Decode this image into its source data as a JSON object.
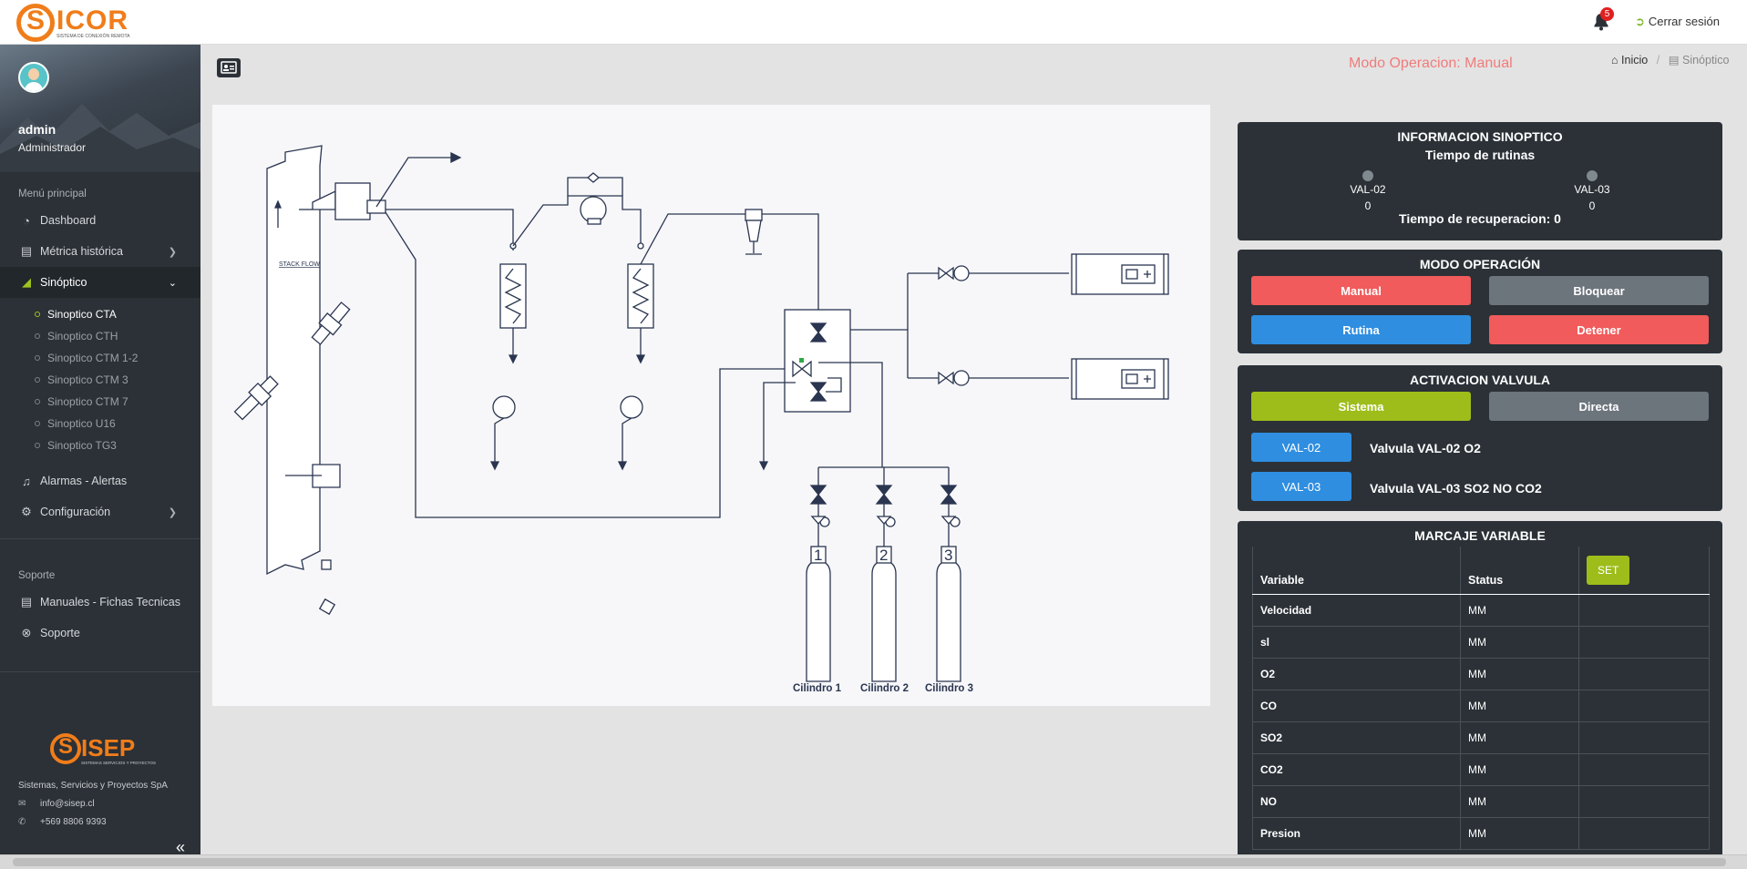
{
  "header": {
    "logo_text": "ICOR",
    "logo_sub": "SISTEMA DE CONEXIÓN REMOTA",
    "notifications_count": "5",
    "logout_label": "Cerrar sesión"
  },
  "sidebar": {
    "user_name": "admin",
    "user_role": "Administrador",
    "main_heading": "Menú principal",
    "items": [
      {
        "label": "Dashboard",
        "icon": "dashboard-icon"
      },
      {
        "label": "Métrica histórica",
        "icon": "bar-chart-icon"
      },
      {
        "label": "Sinóptico",
        "icon": "area-chart-icon"
      }
    ],
    "sub_items": [
      "Sinoptico CTA",
      "Sinoptico CTH",
      "Sinoptico CTM 1-2",
      "Sinoptico CTM 3",
      "Sinoptico CTM 7",
      "Sinoptico U16",
      "Sinoptico TG3"
    ],
    "items2": [
      {
        "label": "Alarmas - Alertas",
        "icon": "bell-icon"
      },
      {
        "label": "Configuración",
        "icon": "gears-icon"
      }
    ],
    "support_heading": "Soporte",
    "support_items": [
      {
        "label": "Manuales - Fichas Tecnicas",
        "icon": "book-icon"
      },
      {
        "label": "Soporte",
        "icon": "lifebuoy-icon"
      }
    ],
    "footer": {
      "logo_text": "ISEP",
      "logo_sub": "SISTEMAS SERVICIOS Y PROYECTOS",
      "company": "Sistemas, Servicios y Proyectos SpA",
      "email": "info@sisep.cl",
      "phone": "+569 8806 9393"
    }
  },
  "main": {
    "mode_text": "Modo Operacion: Manual",
    "breadcrumb_home": "Inicio",
    "breadcrumb_current": "Sinóptico"
  },
  "synoptic": {
    "stack_flow": "STACK FLOW",
    "cyl_numbers": [
      "1",
      "2",
      "3"
    ],
    "cylinders": [
      "Cilindro 1",
      "Cilindro 2",
      "Cilindro 3"
    ]
  },
  "info_panel": {
    "title": "INFORMACION SINOPTICO",
    "subtitle": "Tiempo de rutinas",
    "val02_label": "VAL-02",
    "val02_value": "0",
    "val03_label": "VAL-03",
    "val03_value": "0",
    "recovery": "Tiempo de recuperacion: 0"
  },
  "mode_panel": {
    "title": "MODO OPERACIÓN",
    "manual": "Manual",
    "bloquear": "Bloquear",
    "rutina": "Rutina",
    "detener": "Detener"
  },
  "valve_panel": {
    "title": "ACTIVACION VALVULA",
    "sistema": "Sistema",
    "directa": "Directa",
    "val02_btn": "VAL-02",
    "val02_desc": "Valvula VAL-02 O2",
    "val03_btn": "VAL-03",
    "val03_desc": "Valvula VAL-03 SO2 NO CO2"
  },
  "marcaje_panel": {
    "title": "MARCAJE VARIABLE",
    "col_variable": "Variable",
    "col_status": "Status",
    "set_label": "SET",
    "rows": [
      {
        "variable": "Velocidad",
        "status": "MM"
      },
      {
        "variable": "sl",
        "status": "MM"
      },
      {
        "variable": "O2",
        "status": "MM"
      },
      {
        "variable": "CO",
        "status": "MM"
      },
      {
        "variable": "SO2",
        "status": "MM"
      },
      {
        "variable": "CO2",
        "status": "MM"
      },
      {
        "variable": "NO",
        "status": "MM"
      },
      {
        "variable": "Presion",
        "status": "MM"
      }
    ]
  },
  "colors": {
    "accent_orange": "#f07d1a",
    "sidebar_bg": "#2b3137",
    "red": "#f15b5b",
    "blue": "#2f8ee0",
    "green": "#9ebd1a",
    "gray": "#6c747c"
  }
}
